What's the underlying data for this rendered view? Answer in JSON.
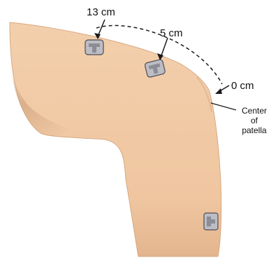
{
  "labels": {
    "cm13": "13 cm",
    "cm5": "5 cm",
    "cm0": "0 cm",
    "landmark_line1": "Center",
    "landmark_line2": "of",
    "landmark_line3": "patella"
  },
  "colors": {
    "skin": "#f0c9a4",
    "skin_shadow": "#c99b76",
    "electrode_fill": "#bdbdc4",
    "electrode_stroke": "#4d4d57",
    "electrode_tab": "#8c8c96",
    "line": "#1a1a1a"
  }
}
